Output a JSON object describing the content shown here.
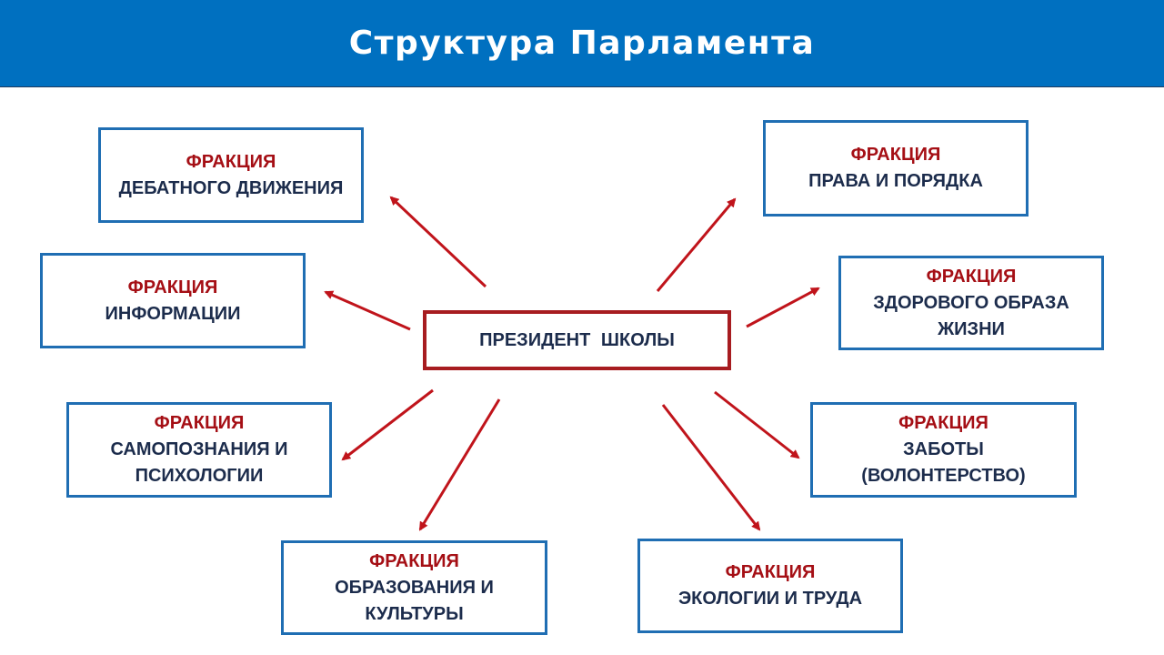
{
  "title": "Структура Парламента",
  "center": "ПРЕЗИДЕНТ  ШКОЛЫ",
  "faction_label": "ФРАКЦИЯ",
  "factions": {
    "debate": [
      "ДЕБАТНОГО ДВИЖЕНИЯ"
    ],
    "information": [
      "ИНФОРМАЦИИ"
    ],
    "self_knowledge": [
      "САМОПОЗНАНИЯ И",
      "ПСИХОЛОГИИ"
    ],
    "education": [
      "ОБРАЗОВАНИЯ И",
      "КУЛЬТУРЫ"
    ],
    "law": [
      "ПРАВА И ПОРЯДКА"
    ],
    "health": [
      "ЗДОРОВОГО ОБРАЗА",
      "ЖИЗНИ"
    ],
    "care": [
      "ЗАБОТЫ",
      "(ВОЛОНТЕРСТВО)"
    ],
    "ecology": [
      "ЭКОЛОГИИ И ТРУДА"
    ]
  },
  "colors": {
    "header_bg": "#0070c0",
    "box_border": "#1f6eb3",
    "label": "#a50f15",
    "text": "#1c2c4c",
    "arrow": "#c0141b"
  }
}
